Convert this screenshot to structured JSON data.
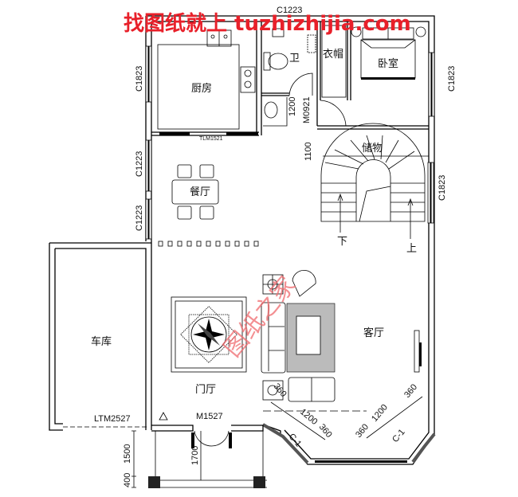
{
  "watermark": {
    "top_text": "找图纸就上 tuzhizhijia.com",
    "center_text": "图纸之家",
    "color": "#e8202a"
  },
  "rooms": {
    "kitchen": "厨房",
    "bathroom": "卫",
    "wardrobe": "衣帽",
    "bedroom": "卧室",
    "storage": "储物",
    "dining": "餐厅",
    "garage": "车库",
    "foyer": "门厅",
    "living": "客厅"
  },
  "stairs": {
    "down": "下",
    "up": "上"
  },
  "windows": {
    "top": "C1223",
    "left_top": "C1823",
    "left_mid": "C1223",
    "left_low": "C1223",
    "right_top": "C1823",
    "right_mid": "C1823",
    "bay_left": "C-1",
    "bay_right": "C-1"
  },
  "doors": {
    "bath_door": "M0921",
    "kitchen_door": "TLM1521",
    "entrance": "M1527",
    "garage_door": "LTM2527"
  },
  "dimensions": {
    "bath_depth": "1200",
    "storage_depth": "1100",
    "porch_depth": "1500",
    "porch_step": "400",
    "porch_inner": "1700",
    "bay_left_a": "1200",
    "bay_left_b": "360",
    "bay_left_c": "360",
    "bay_right_a": "1200",
    "bay_right_b": "360",
    "bay_right_c": "360"
  }
}
